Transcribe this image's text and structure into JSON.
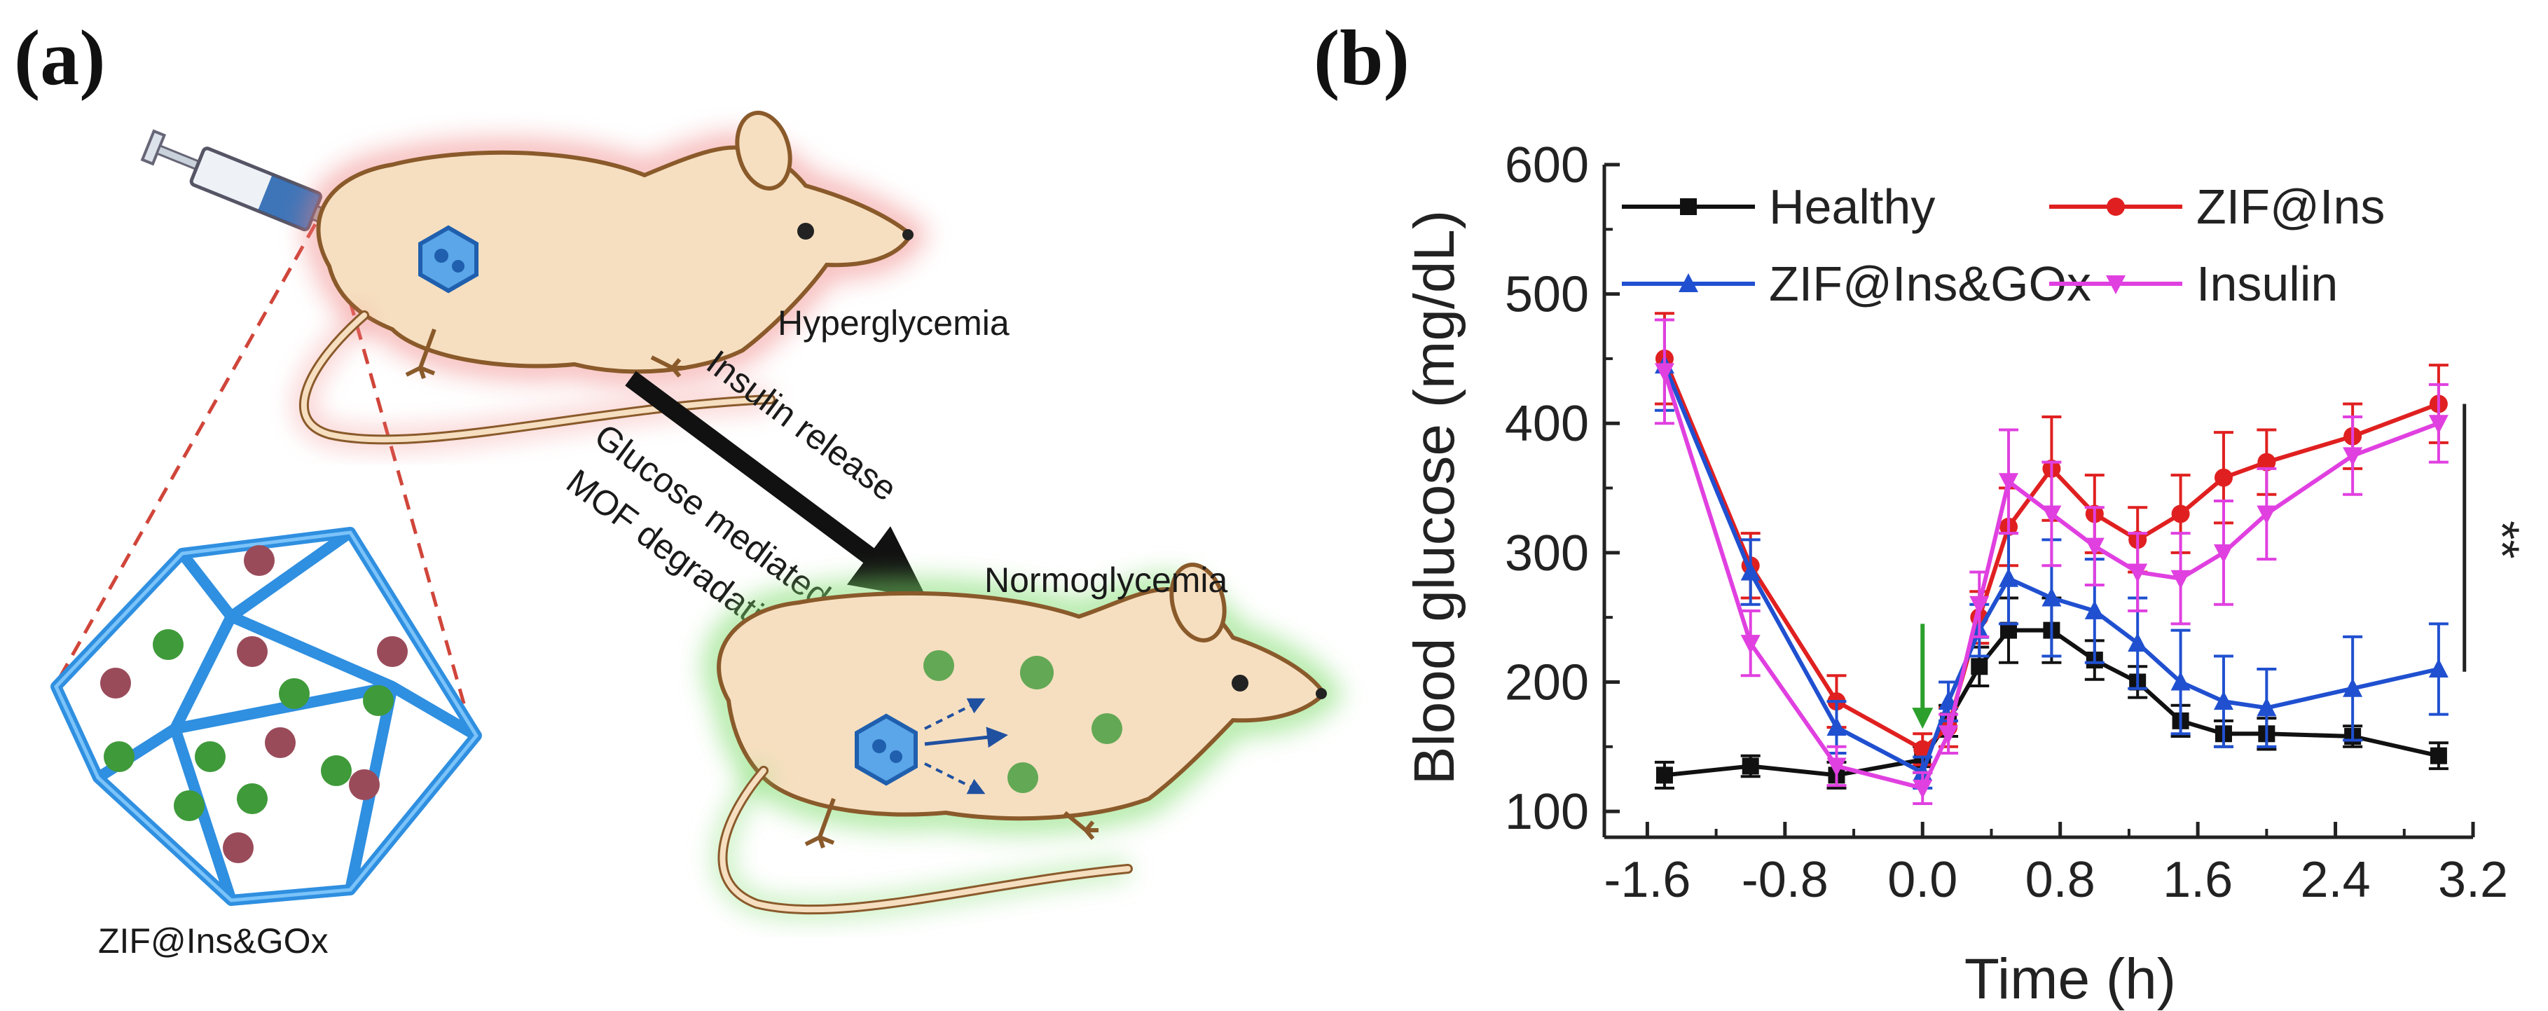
{
  "panels": {
    "a_label": "(a)",
    "b_label": "(b)"
  },
  "schematic": {
    "hyperglycemia": "Hyperglycemia",
    "normoglycemia": "Normoglycemia",
    "arrow_text_1": "Insulin release",
    "arrow_text_2": "Glucose mediated",
    "arrow_text_3": "MOF degradation",
    "particle_label": "ZIF@Ins&GOx",
    "colors": {
      "mouse_body": "#f6dfc0",
      "mouse_outline": "#8a5a2b",
      "hyper_glow": "#f08080",
      "normo_glow": "#7ddc6a",
      "mof_frame": "#2f8fe0",
      "protein_green": "#3f9a3a",
      "protein_red": "#9a4b5a"
    },
    "icons": [
      "syringe-icon",
      "mouse-icon",
      "mof-cage-icon",
      "protein-icon",
      "arrow-icon"
    ]
  },
  "chart_data": {
    "type": "line",
    "xlabel": "Time (h)",
    "ylabel": "Blood glucose (mg/dL)",
    "xlim": [
      -1.85,
      3.2
    ],
    "ylim": [
      80,
      600
    ],
    "xticks": [
      -1.6,
      -0.8,
      0.0,
      0.8,
      1.6,
      2.4,
      3.2
    ],
    "xtick_labels": [
      "-1.6",
      "-0.8",
      "0.0",
      "0.8",
      "1.6",
      "2.4",
      "3.2"
    ],
    "yticks": [
      100,
      200,
      300,
      400,
      500,
      600
    ],
    "ytick_labels": [
      "100",
      "200",
      "300",
      "400",
      "500",
      "600"
    ],
    "legend_placement": "top",
    "significance_label": "**",
    "injection_marker_x": 0.0,
    "series": [
      {
        "name": "Healthy",
        "color": "#111111",
        "marker": "square",
        "x": [
          -1.5,
          -1.0,
          -0.5,
          0.0,
          0.15,
          0.33,
          0.5,
          0.75,
          1.0,
          1.25,
          1.5,
          1.75,
          2.0,
          2.5,
          3.0
        ],
        "y": [
          128,
          135,
          128,
          140,
          170,
          212,
          240,
          240,
          217,
          200,
          170,
          160,
          160,
          158,
          143
        ],
        "err": [
          10,
          8,
          10,
          10,
          12,
          15,
          25,
          25,
          15,
          12,
          12,
          10,
          12,
          8,
          10
        ]
      },
      {
        "name": "ZIF@Ins",
        "color": "#e02020",
        "marker": "circle",
        "x": [
          -1.5,
          -1.0,
          -0.5,
          0.0,
          0.15,
          0.33,
          0.5,
          0.75,
          1.0,
          1.25,
          1.5,
          1.75,
          2.0,
          2.5,
          3.0
        ],
        "y": [
          450,
          290,
          185,
          148,
          165,
          250,
          320,
          365,
          330,
          310,
          330,
          358,
          370,
          390,
          415
        ],
        "err": [
          35,
          25,
          20,
          12,
          15,
          20,
          30,
          40,
          30,
          25,
          30,
          35,
          25,
          25,
          30
        ]
      },
      {
        "name": "ZIF@Ins&GOx",
        "color": "#2050d0",
        "marker": "triangle-up",
        "x": [
          -1.5,
          -1.0,
          -0.5,
          0.0,
          0.15,
          0.33,
          0.5,
          0.75,
          1.0,
          1.25,
          1.5,
          1.75,
          2.0,
          2.5,
          3.0
        ],
        "y": [
          445,
          285,
          165,
          130,
          185,
          240,
          280,
          265,
          255,
          230,
          200,
          185,
          180,
          195,
          210
        ],
        "err": [
          35,
          25,
          20,
          12,
          15,
          20,
          35,
          45,
          40,
          35,
          40,
          35,
          30,
          40,
          35
        ]
      },
      {
        "name": "Insulin",
        "color": "#e040e0",
        "marker": "triangle-down",
        "x": [
          -1.5,
          -1.0,
          -0.5,
          0.0,
          0.15,
          0.33,
          0.5,
          0.75,
          1.0,
          1.25,
          1.5,
          1.75,
          2.0,
          2.5,
          3.0
        ],
        "y": [
          440,
          230,
          135,
          118,
          160,
          260,
          355,
          330,
          305,
          285,
          280,
          300,
          330,
          375,
          400
        ],
        "err": [
          40,
          25,
          15,
          12,
          15,
          25,
          40,
          40,
          30,
          30,
          35,
          40,
          35,
          30,
          30
        ]
      }
    ]
  }
}
